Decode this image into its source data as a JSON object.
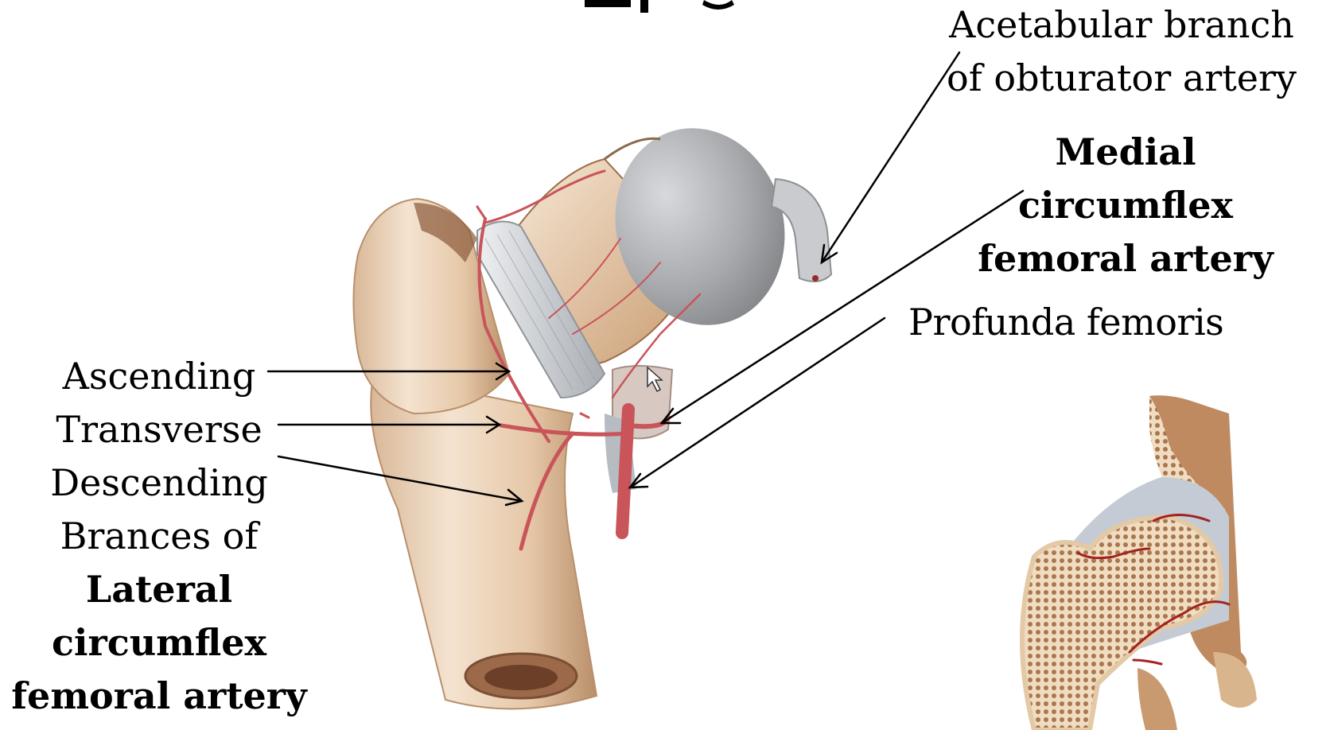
{
  "slide": {
    "background": "#ffffff",
    "text_color": "#000000"
  },
  "labels": {
    "acetabular": {
      "line1": "Acetabular branch",
      "line2": "of obturator artery"
    },
    "medial": {
      "line1": "Medial",
      "line2": "circumflex",
      "line3": "femoral artery"
    },
    "profunda": "Profunda femoris",
    "lateral_branches": {
      "ascending": "Ascending",
      "transverse": "Transverse",
      "descending": "Descending",
      "branches_of": "Brances of",
      "lateral": "Lateral",
      "circumflex": "circumflex",
      "femoral_artery": "femoral artery"
    }
  },
  "illustrations": {
    "main": "proximal-femur-with-circumflex-arteries",
    "inset": "hip-joint-coronal-section"
  },
  "colors": {
    "bone": "#e8cdb0",
    "bone_shadow": "#c8a07c",
    "cartilage": "#a9abae",
    "capsule": "#cfd3d8",
    "artery": "#c9545a",
    "arrow": "#000000"
  }
}
